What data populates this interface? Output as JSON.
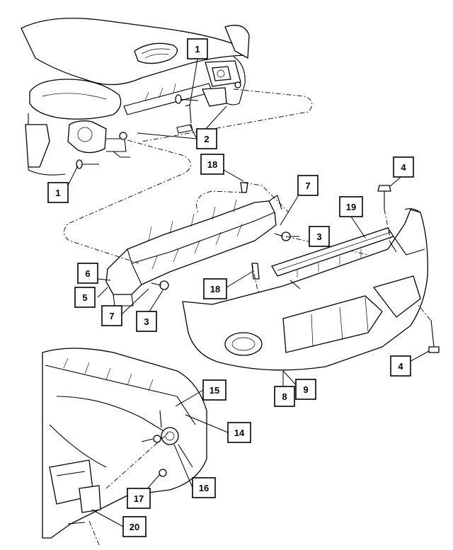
{
  "callouts": [
    {
      "label": "1"
    },
    {
      "label": "2"
    },
    {
      "label": "1"
    },
    {
      "label": "18"
    },
    {
      "label": "7"
    },
    {
      "label": "4"
    },
    {
      "label": "19"
    },
    {
      "label": "3"
    },
    {
      "label": "6"
    },
    {
      "label": "5"
    },
    {
      "label": "7"
    },
    {
      "label": "3"
    },
    {
      "label": "18"
    },
    {
      "label": "4"
    },
    {
      "label": "8"
    },
    {
      "label": "9"
    },
    {
      "label": "15"
    },
    {
      "label": "14"
    },
    {
      "label": "16"
    },
    {
      "label": "17"
    },
    {
      "label": "20"
    }
  ]
}
